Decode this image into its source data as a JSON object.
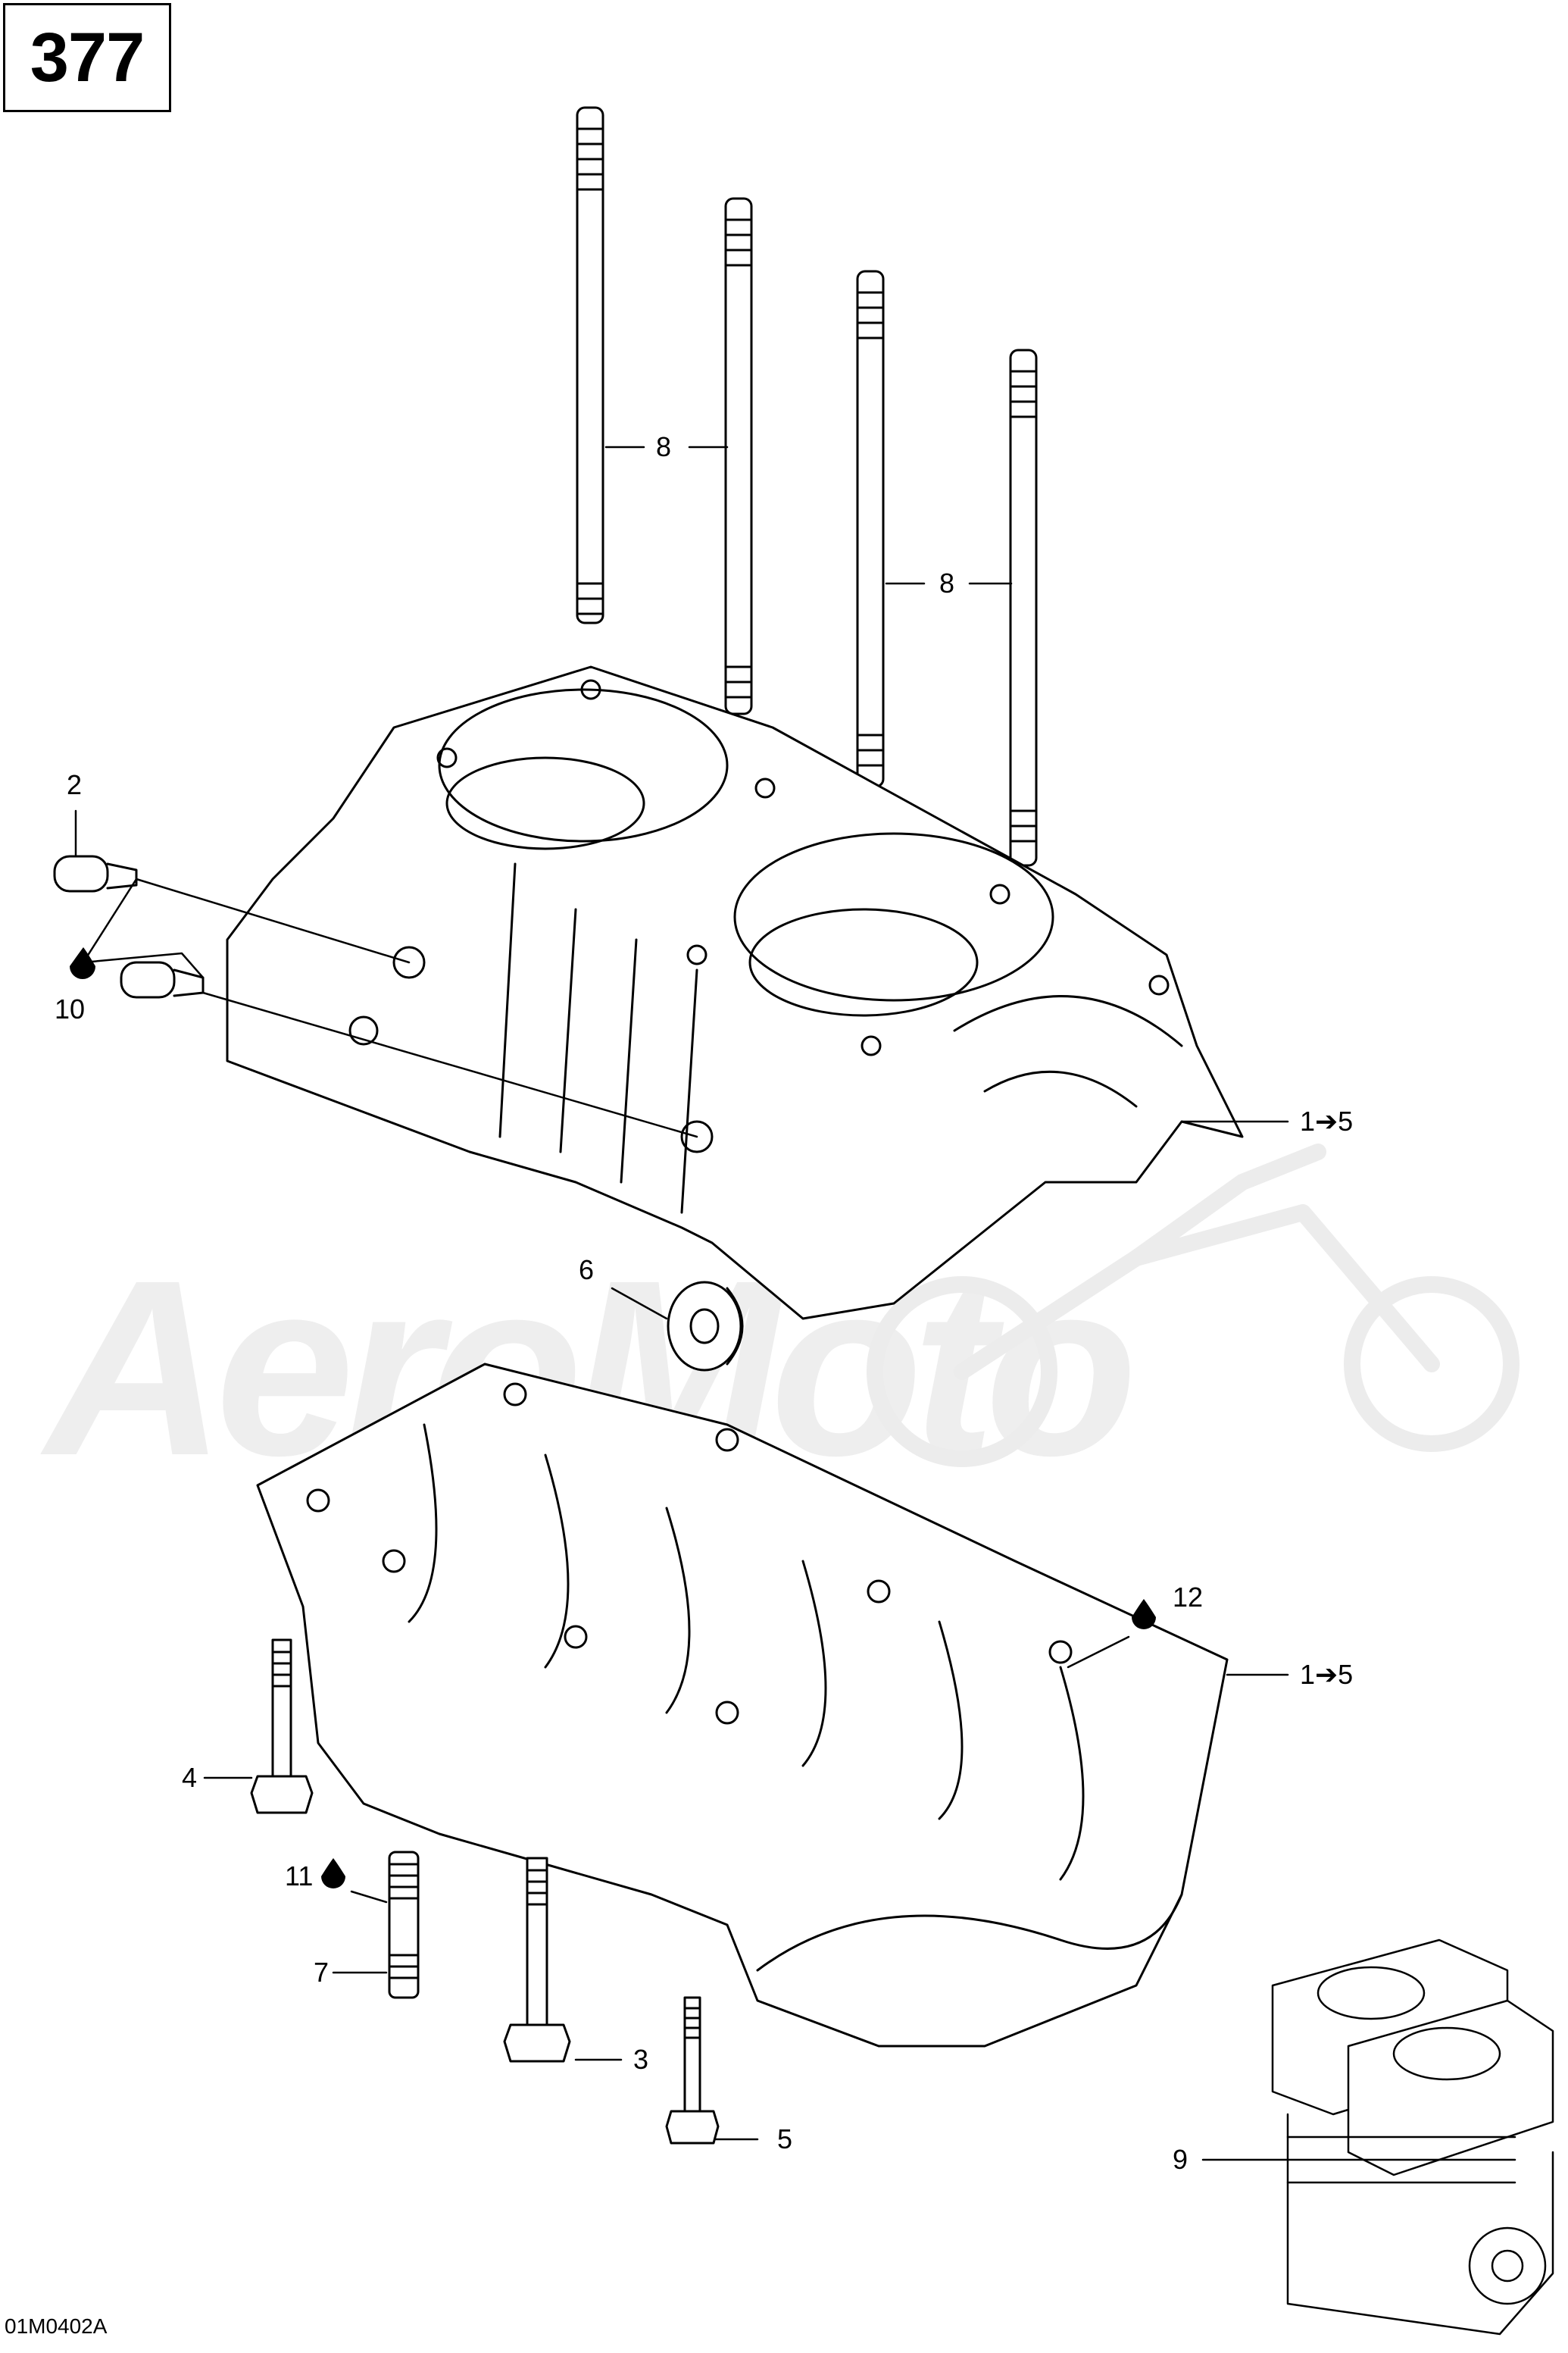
{
  "page_number": "377",
  "drawing_ref": "01M0402A",
  "watermark": "AeroMoto",
  "callouts": {
    "stud_a": "8",
    "stud_b": "8",
    "plug_top": "2",
    "sealant_top": "10",
    "crankcase_upper": "1➔5",
    "grommet": "6",
    "sealant_lower": "12",
    "crankcase_lower": "1➔5",
    "bolt_left": "4",
    "sealant_stud": "11",
    "stud_short": "7",
    "bolt_mid": "3",
    "bolt_small": "5",
    "engine_ref": "9"
  }
}
